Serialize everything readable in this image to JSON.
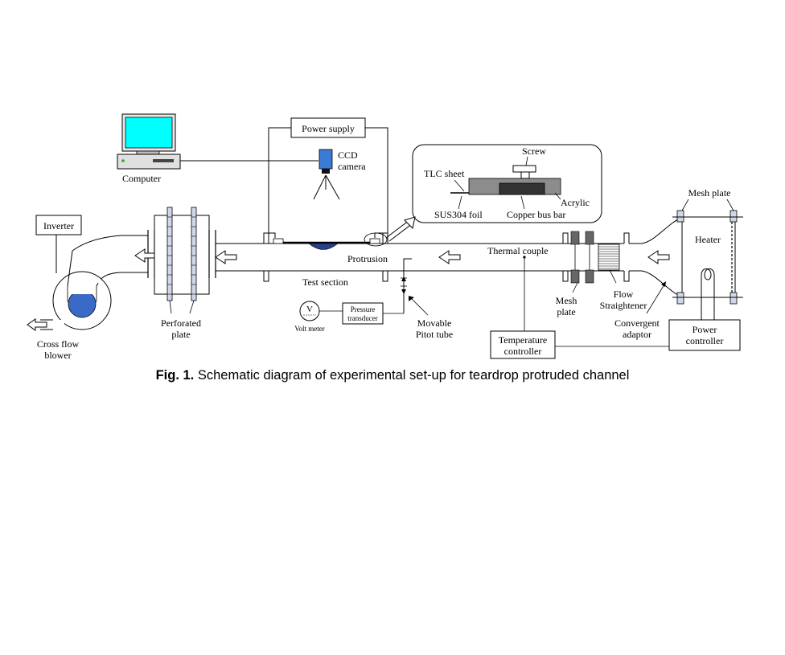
{
  "labels": {
    "computer": "Computer",
    "power_supply": "Power supply",
    "ccd_camera_1": "CCD",
    "ccd_camera_2": "camera",
    "screw": "Screw",
    "tlc_sheet": "TLC sheet",
    "acrylic": "Acrylic",
    "sus304_foil": "SUS304 foil",
    "copper_bus_bar": "Copper bus bar",
    "mesh_plate_top": "Mesh plate",
    "inverter": "Inverter",
    "heater": "Heater",
    "protrusion": "Protrusion",
    "thermal_couple": "Thermal couple",
    "test_section": "Test section",
    "volt_meter_symbol": "V",
    "volt_meter": "Volt meter",
    "pressure_transducer_1": "Pressure",
    "pressure_transducer_2": "transducer",
    "movable_pitot_1": "Movable",
    "movable_pitot_2": "Pitot tube",
    "mesh_plate_bottom_1": "Mesh",
    "mesh_plate_bottom_2": "plate",
    "flow_straightener_1": "Flow",
    "flow_straightener_2": "Straightener",
    "convergent_adaptor_1": "Convergent",
    "convergent_adaptor_2": "adaptor",
    "perforated_plate_1": "Perforated",
    "perforated_plate_2": "plate",
    "cross_flow_blower_1": "Cross flow",
    "cross_flow_blower_2": "blower",
    "temperature_controller_1": "Temperature",
    "temperature_controller_2": "controller",
    "power_controller_1": "Power",
    "power_controller_2": "controller"
  },
  "caption": {
    "prefix": "Fig. 1.",
    "text": " Schematic diagram of experimental set-up for teardrop protruded channel"
  },
  "colors": {
    "monitor_screen": "#00ffff",
    "camera_body": "#3a7bd5",
    "blower_core": "#3a6ac8",
    "protrusion": "#2a3f8c",
    "acrylic_block": "#8c8c8c",
    "copper_bar": "#333333",
    "mesh_plate_fill": "#666666"
  }
}
